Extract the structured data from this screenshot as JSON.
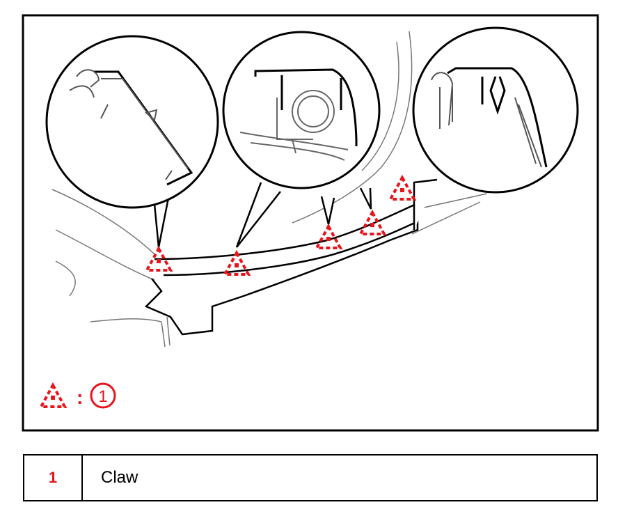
{
  "colors": {
    "line": "#000000",
    "claw_marker": "#e8141a",
    "background": "#ffffff"
  },
  "callout": {
    "symbol": "dashed-triangle",
    "separator": ":",
    "number": "1"
  },
  "claw_markers_count": 5,
  "legend": {
    "rows": [
      {
        "number": "1",
        "label": "Claw"
      }
    ]
  }
}
